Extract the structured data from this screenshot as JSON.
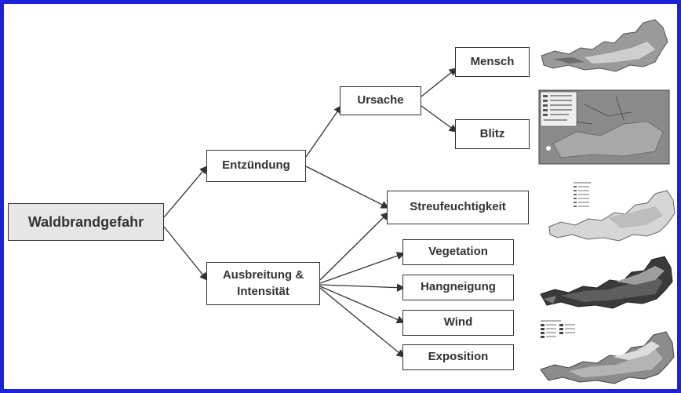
{
  "nodes": {
    "root": "Waldbrandgefahr",
    "entzuendung": "Entzündung",
    "ausbreitung": "Ausbreitung &\nIntensität",
    "ursache": "Ursache",
    "mensch": "Mensch",
    "blitz": "Blitz",
    "streufeuchtigkeit": "Streufeuchtigkeit",
    "vegetation": "Vegetation",
    "hangneigung": "Hangneigung",
    "wind": "Wind",
    "exposition": "Exposition"
  },
  "edges": [
    [
      "root",
      "entzuendung"
    ],
    [
      "root",
      "ausbreitung"
    ],
    [
      "entzuendung",
      "ursache"
    ],
    [
      "entzuendung",
      "streufeuchtigkeit"
    ],
    [
      "ursache",
      "mensch"
    ],
    [
      "ursache",
      "blitz"
    ],
    [
      "ausbreitung",
      "streufeuchtigkeit"
    ],
    [
      "ausbreitung",
      "vegetation"
    ],
    [
      "ausbreitung",
      "hangneigung"
    ],
    [
      "ausbreitung",
      "wind"
    ],
    [
      "ausbreitung",
      "exposition"
    ]
  ],
  "maps": [
    "mensch-map",
    "blitz-map",
    "streufeuchtigkeit-map",
    "vegetation-hangneigung-map",
    "exposition-map"
  ],
  "colors": {
    "frame": "#1c22d8",
    "root_fill": "#e6e6e6",
    "line": "#333333"
  }
}
